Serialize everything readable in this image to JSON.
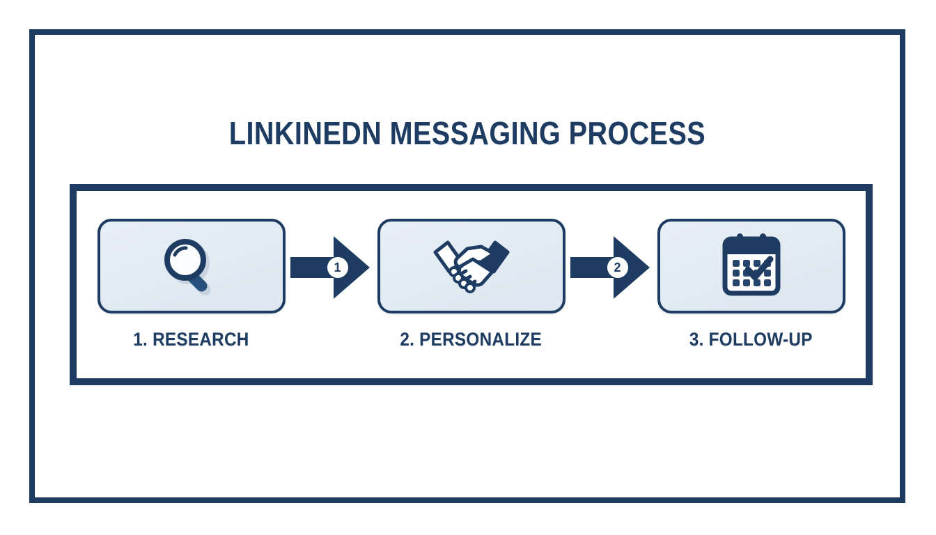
{
  "page": {
    "background_color": "#ffffff",
    "accent_color": "#1e3c61",
    "card_fill_color": "#e2eaf2"
  },
  "title": "LINKINEDN MESSAGING PROCESS",
  "diagram": {
    "type": "process-flow",
    "orientation": "horizontal",
    "steps": [
      {
        "number": "1",
        "label": "1. RESEARCH",
        "icon": "magnifying-glass-icon"
      },
      {
        "number": "2",
        "label": "2. PERSONALIZE",
        "icon": "handshake-icon"
      },
      {
        "number": "3",
        "label": "3. FOLLOW-UP",
        "icon": "calendar-check-icon"
      }
    ],
    "connectors": [
      {
        "badge": "1",
        "icon": "arrow-right-icon"
      },
      {
        "badge": "2",
        "icon": "arrow-right-icon"
      }
    ]
  }
}
